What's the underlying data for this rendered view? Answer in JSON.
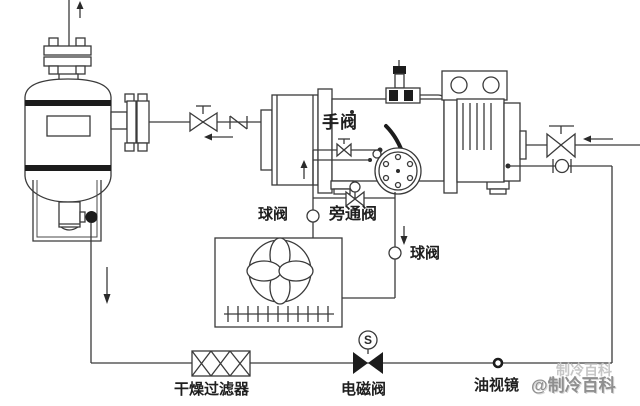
{
  "diagram": {
    "labels": {
      "hand_valve": "手阀",
      "ball_valve_left": "球阀",
      "bypass_valve": "旁通阀",
      "ball_valve_right": "球阀",
      "filter_drier": "干燥过滤器",
      "solenoid_valve": "电磁阀",
      "oil_sight_glass": "油视镜"
    },
    "symbols": {
      "solenoid_badge": "S"
    },
    "watermark": {
      "text": "@制冷百科",
      "ghost_text": "制冷百科"
    },
    "colors": {
      "background": "#ffffff",
      "line": "#3a3a3a",
      "fill_dark": "#1c1c1c",
      "watermark": "#8f8f8f"
    }
  }
}
